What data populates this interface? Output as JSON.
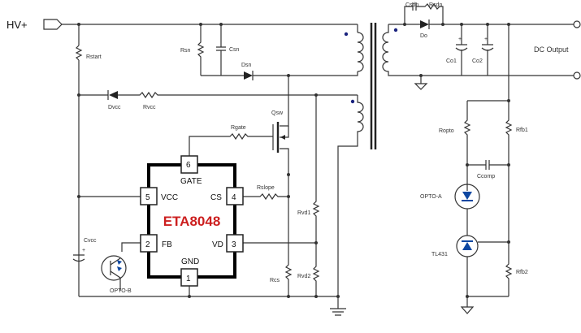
{
  "input": {
    "label": "HV+"
  },
  "output": {
    "label": "DC Output"
  },
  "ic": {
    "name": "ETA8048",
    "name_color": "#cc1f1f",
    "pins": [
      {
        "num": "6",
        "label": "GATE"
      },
      {
        "num": "5",
        "label": "VCC"
      },
      {
        "num": "4",
        "label": "CS"
      },
      {
        "num": "2",
        "label": "FB"
      },
      {
        "num": "3",
        "label": "VD"
      },
      {
        "num": "1",
        "label": "GND"
      }
    ]
  },
  "components": {
    "rstart": "Rstart",
    "rsn": "Rsn",
    "csn": "Csn",
    "dsn": "Dsn",
    "dvcc": "Dvcc",
    "rvcc": "Rvcc",
    "qsw": "Qsw",
    "rgate": "Rgate",
    "rslope": "Rslope",
    "rvd1": "Rvd1",
    "rvd2": "Rvd2",
    "rcs": "Rcs",
    "cvcc": "Cvcc",
    "opto_b": "OPTO-B",
    "csdn": "Csdn",
    "rsdn": "Rsdn",
    "do": "Do",
    "co1": "Co1",
    "co2": "Co2",
    "ropto": "Ropto",
    "rfb1": "Rfb1",
    "ccomp": "Ccomp",
    "opto_a": "OPTO-A",
    "tl431": "TL431",
    "rfb2": "Rfb2"
  }
}
